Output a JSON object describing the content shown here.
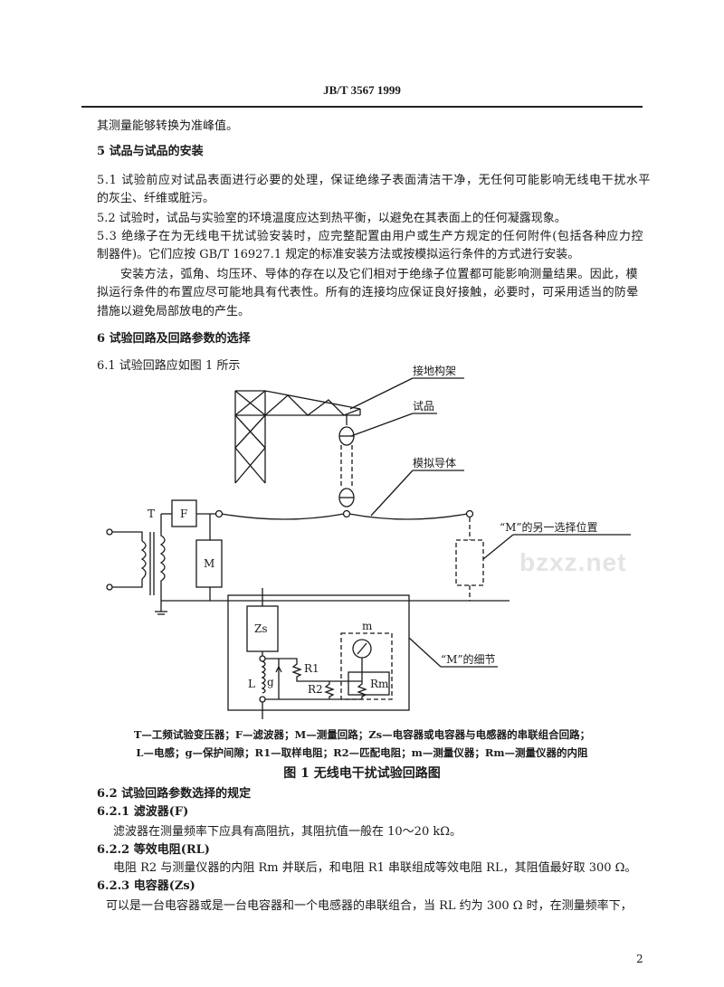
{
  "header": "JB/T 3567   1999",
  "watermark": "bzxz.net",
  "lines": [
    "其测量能够转换为准峰值。",
    "5  试品与试品的安装",
    "5.1  试验前应对试品表面进行必要的处理，保证绝缘子表面清洁干净，无任何可能影响无线电干扰水平",
    "的灰尘、纤维或脏污。",
    "5.2  试验时，试品与实验室的环境温度应达到热平衡，以避免在其表面上的任何凝露现象。",
    "5.3  绝缘子在为无线电干扰试验安装时，应完整配置由用户或生产方规定的任何附件(包括各种应力控",
    "制器件)。它们应按 GB/T 16927.1 规定的标准安装方法或按模拟运行条件的方式进行安装。",
    "安装方法，弧角、均压环、导体的存在以及它们相对于绝缘子位置都可能影响测量结果。因此，模",
    "拟运行条件的布置应尽可能地具有代表性。所有的连接均应保证良好接触，必要时，可采用适当的防晕",
    "措施以避免局部放电的产生。",
    "6  试验回路及回路参数的选择",
    "6.1  试验回路应如图 1 所示"
  ],
  "figure": {
    "labels": {
      "frame": "接地构架",
      "specimen": "试品",
      "conductor": "模拟导体",
      "alt_m": "“M”的另一选择位置",
      "m_detail": "“M”的细节",
      "T": "T",
      "F": "F",
      "M": "M",
      "Zs": "Zs",
      "L": "L",
      "g": "g",
      "R1": "R1",
      "R2": "R2",
      "Rm": "Rm",
      "m": "m"
    },
    "legend1": "T—工频试验变压器；F—滤波器；M—测量回路；Zs—电容器或电容器与电感器的串联组合回路；",
    "legend2": "L—电感；g—保护间隙；R1—取样电阻；R2—匹配电阻；m—测量仪器；Rm—测量仪器的内阻",
    "caption": "图 1   无线电干扰试验回路图"
  },
  "lines2": [
    "6.2  试验回路参数选择的规定",
    "6.2.1  滤波器(F)",
    "滤波器在测量频率下应具有高阻抗，其阻抗值一般在 10～20 kΩ。",
    "6.2.2  等效电阻(RL)",
    "电阻 R2 与测量仪器的内阻 Rm 并联后，和电阻 R1 串联组成等效电阻 RL，其阻值最好取 300 Ω。",
    "6.2.3  电容器(Zs)",
    "可以是一台电容器或是一台电容器和一个电感器的串联组合，当 RL 约为 300 Ω 时，在测量频率下，"
  ],
  "page_number": "2"
}
